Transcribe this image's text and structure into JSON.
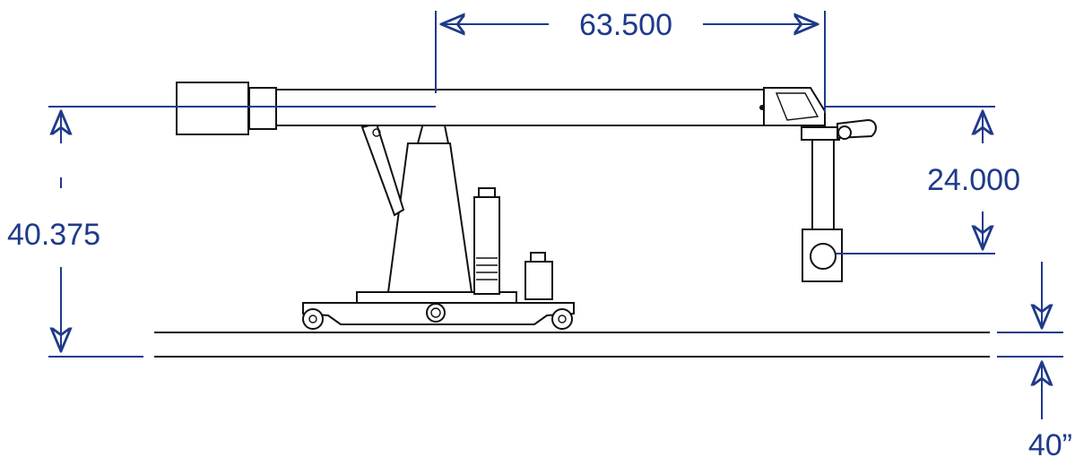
{
  "dimensions": {
    "horizontal_reach": "63.500",
    "mount_height": "40.375",
    "hook_drop": "24.000",
    "track_gap": "40”"
  },
  "colors": {
    "dimension": "#1f3a8a",
    "object": "#111111",
    "background": "#ffffff"
  }
}
